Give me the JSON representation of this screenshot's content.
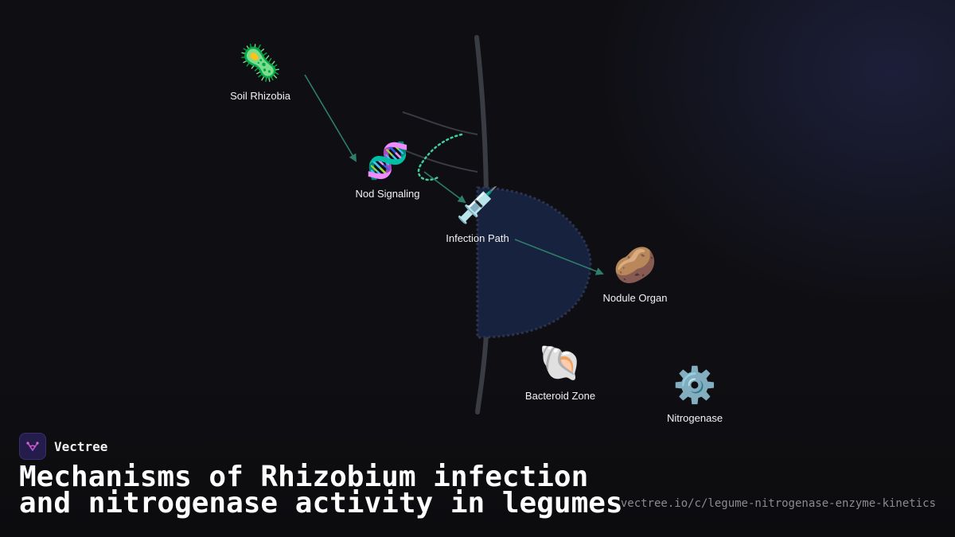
{
  "brand": {
    "name": "Vectree",
    "logo_icon": "vectree-logo-icon"
  },
  "title": "Mechanisms of Rhizobium infection and nitrogenase activity in legumes",
  "url": "vectree.io/c/legume-nitrogenase-enzyme-kinetics",
  "colors": {
    "arrow": "#2e7d6a",
    "dotted_path": "#3ecf9a",
    "root_line": "#3a3c44",
    "nodule_fill": "#17223f"
  },
  "nodes": [
    {
      "id": "soil-rhizobia",
      "label": "Soil Rhizobia",
      "emoji": "🦠",
      "icon": "bacteria-icon"
    },
    {
      "id": "nod-signaling",
      "label": "Nod Signaling",
      "emoji": "🧬",
      "icon": "dna-icon"
    },
    {
      "id": "infection-path",
      "label": "Infection Path",
      "emoji": "💉",
      "icon": "syringe-icon"
    },
    {
      "id": "nodule-organ",
      "label": "Nodule Organ",
      "emoji": "🥔",
      "icon": "potato-icon"
    },
    {
      "id": "bacteroid-zone",
      "label": "Bacteroid Zone",
      "emoji": "🐚",
      "icon": "shell-icon"
    },
    {
      "id": "nitrogenase",
      "label": "Nitrogenase",
      "emoji": "⚙️",
      "icon": "gear-icon"
    }
  ]
}
